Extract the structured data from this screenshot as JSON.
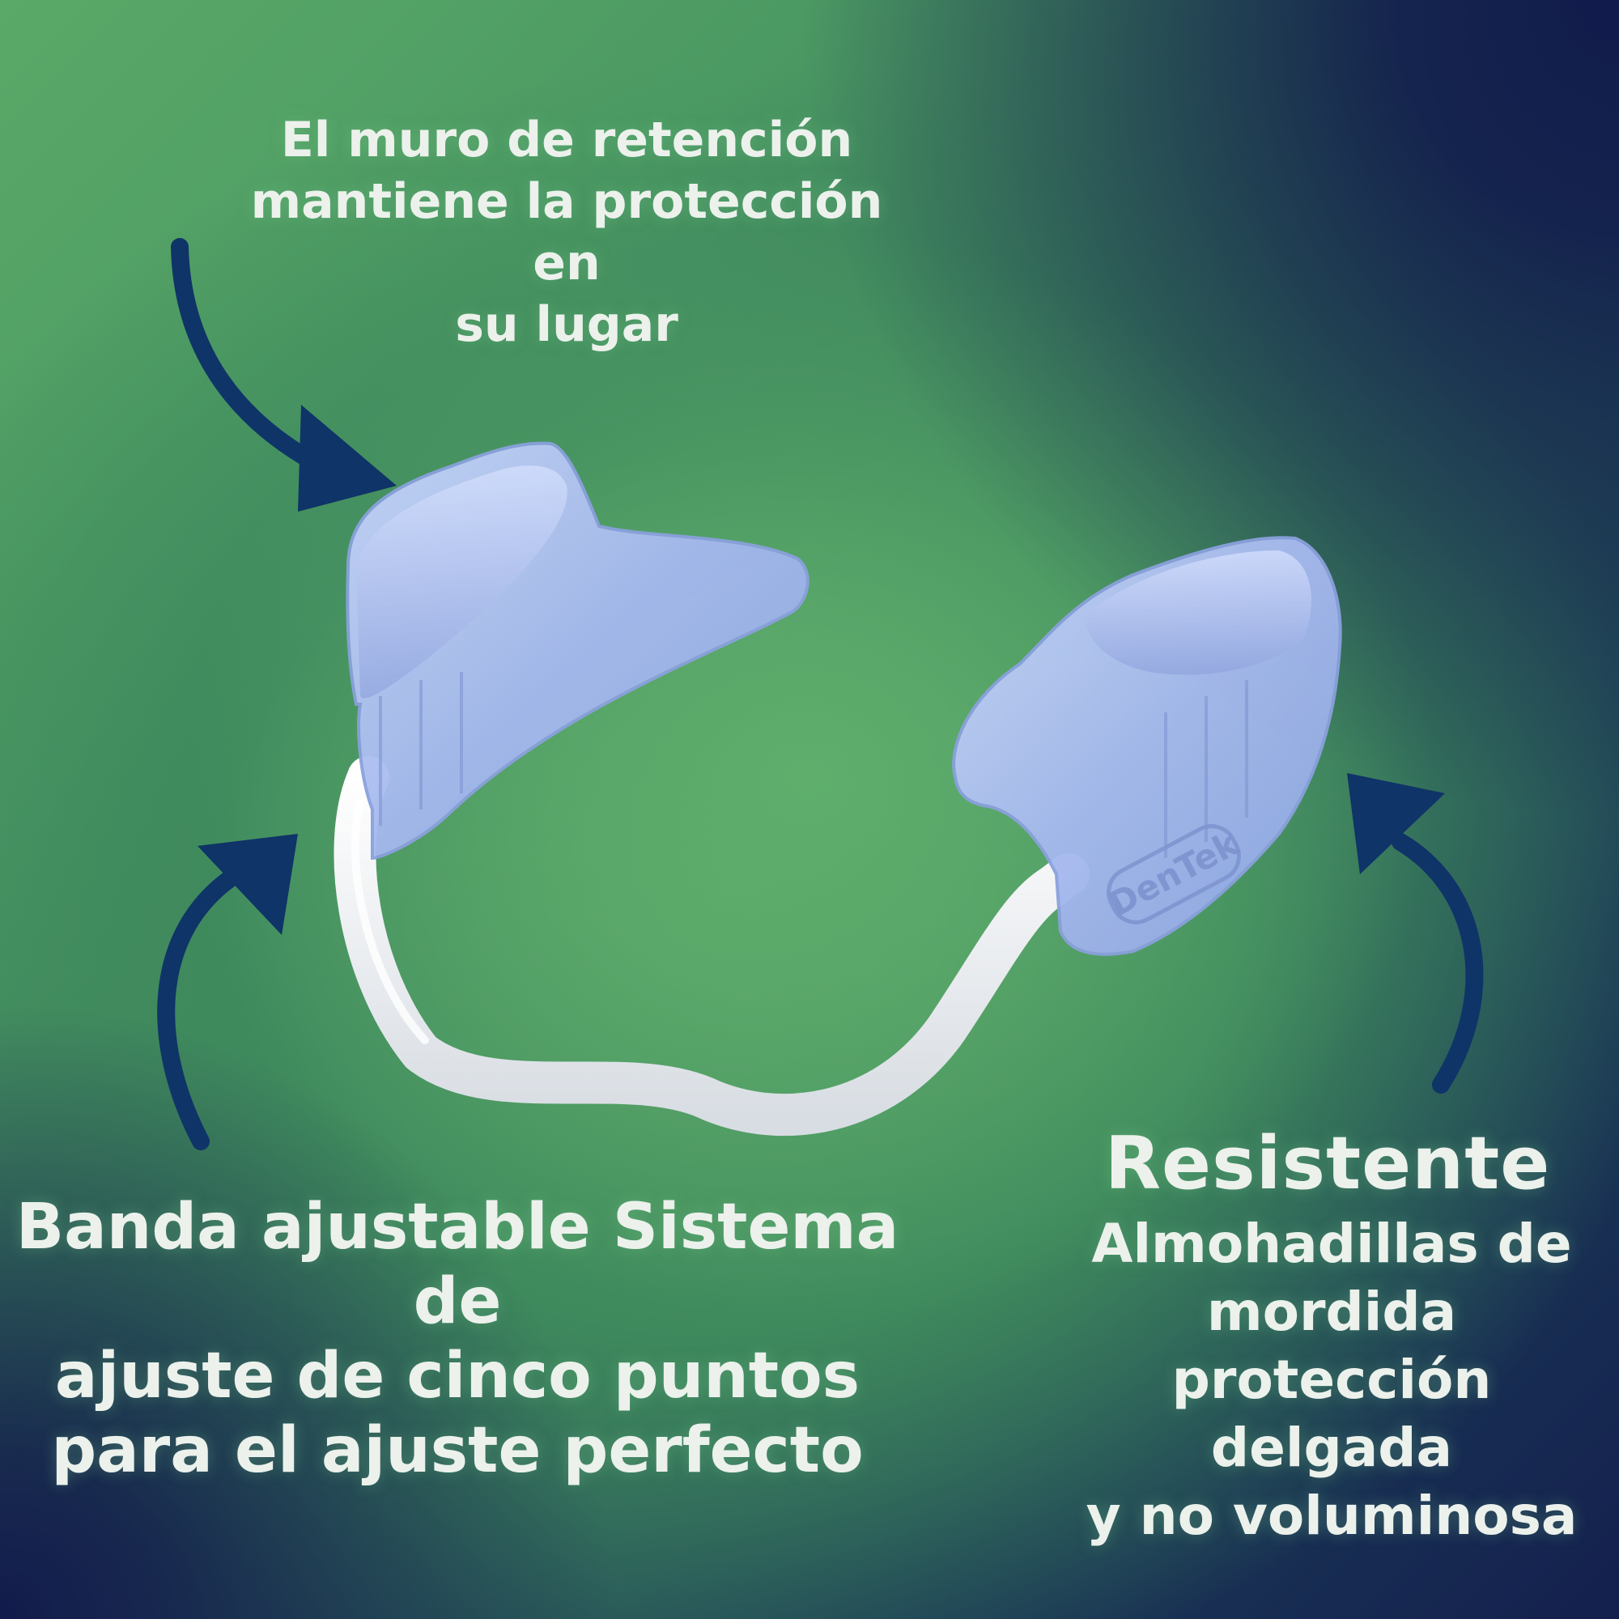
{
  "texts": {
    "retention": [
      "El muro de retención",
      "mantiene la protección en",
      "su lugar"
    ],
    "band": [
      "Banda ajustable Sistema de",
      "ajuste de cinco puntos",
      "para el ajuste perfecto"
    ],
    "resistant_title": "Resistente",
    "pads": [
      "Almohadillas de",
      "mordida",
      "protección delgada",
      "y no voluminosa"
    ]
  },
  "brand_logo": "DenTek",
  "colors": {
    "arrow": "#0f3468",
    "guard": "#a9bdf0",
    "band": "#f2f4f6",
    "text": "#ecf1ec"
  },
  "icons": [
    "curved-arrow-icon"
  ]
}
